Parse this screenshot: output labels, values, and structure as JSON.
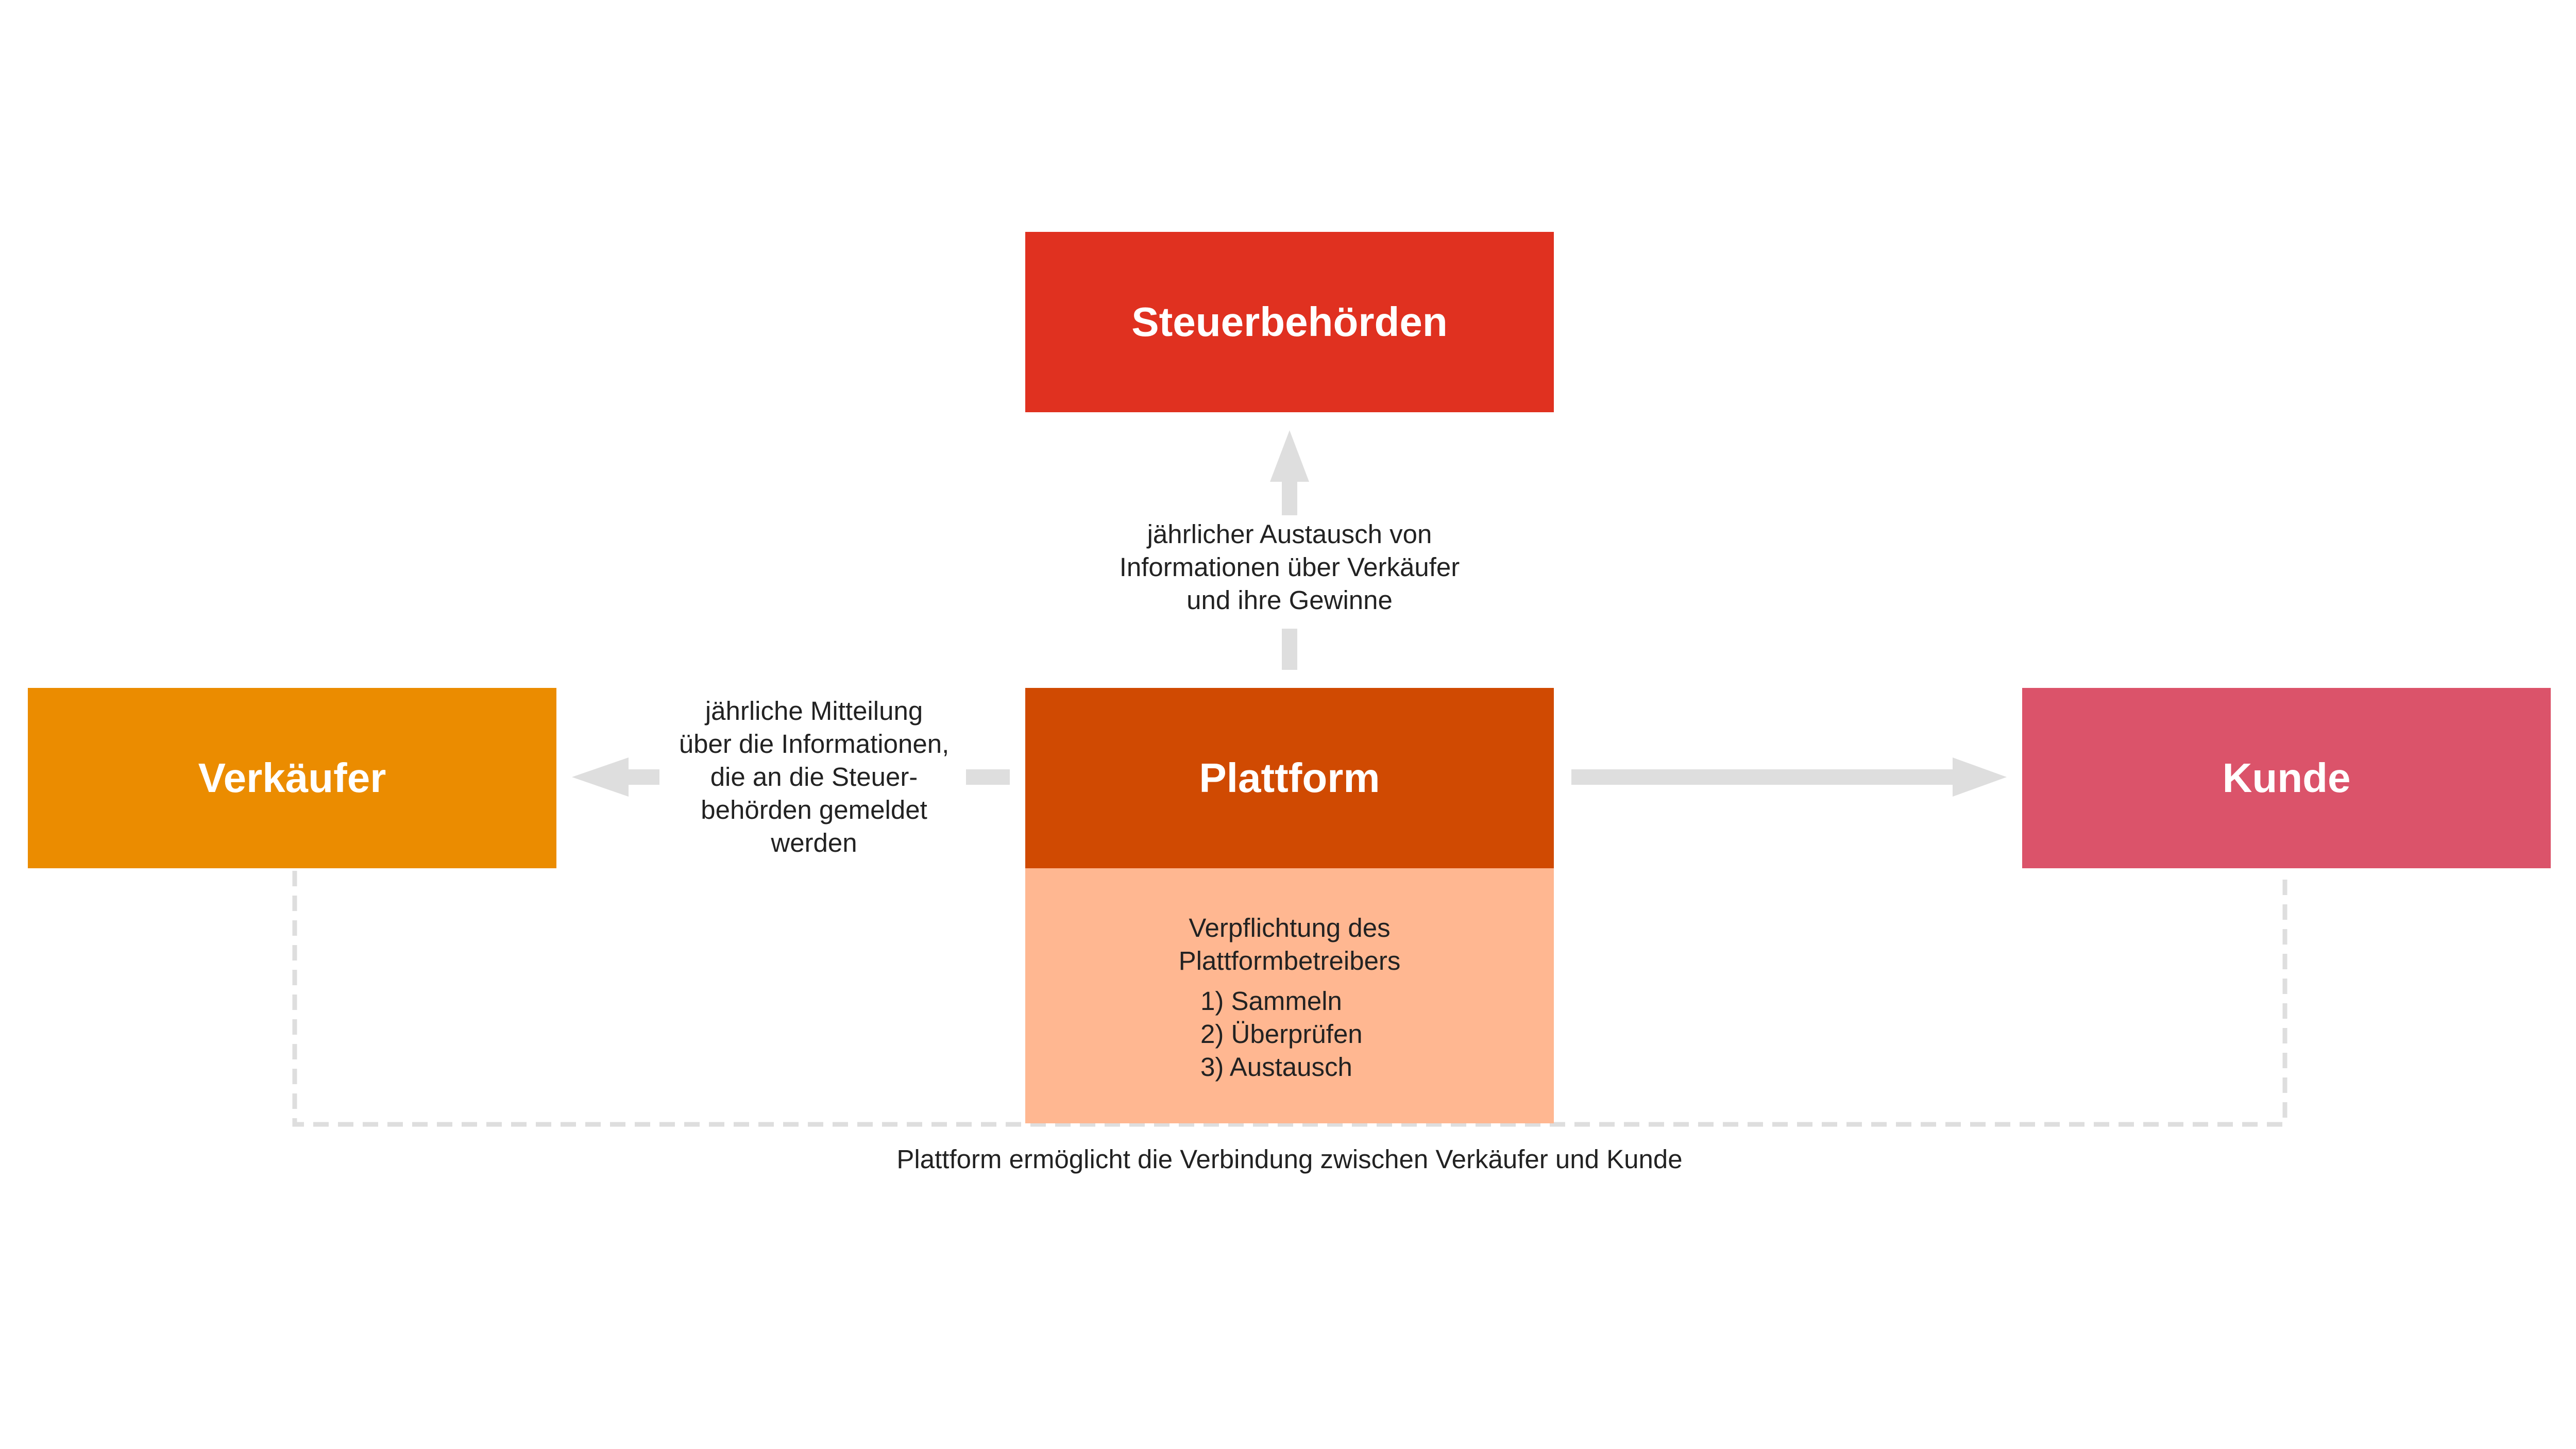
{
  "colors": {
    "steuerbehoerden": "#E03120",
    "verkaeufer": "#EB8C00",
    "plattform": "#D04A02",
    "kunde": "#DB536A",
    "obligation_bg": "#FFB791",
    "arrow": "#DEDEDE",
    "dashed_line": "#DEDEDE"
  },
  "nodes": {
    "steuerbehoerden": "Steuerbehörden",
    "verkaeufer": "Verkäufer",
    "plattform": "Plattform",
    "kunde": "Kunde"
  },
  "obligation": {
    "title": "Verpflichtung des\nPlattformbetreibers",
    "steps": [
      "1) Sammeln",
      "2) Überprüfen",
      "3) Austausch"
    ]
  },
  "edges": {
    "plattform_to_steuerbehoerden": "jährlicher Austausch von\nInformationen über Verkäufer\nund ihre Gewinne",
    "plattform_to_verkaeufer": "jährliche Mitteilung\nüber die Informationen,\ndie an die Steuer-\nbehörden gemeldet\nwerden",
    "verkaeufer_kunde_connection": "Plattform ermöglicht die Verbindung zwischen Verkäufer und Kunde"
  }
}
